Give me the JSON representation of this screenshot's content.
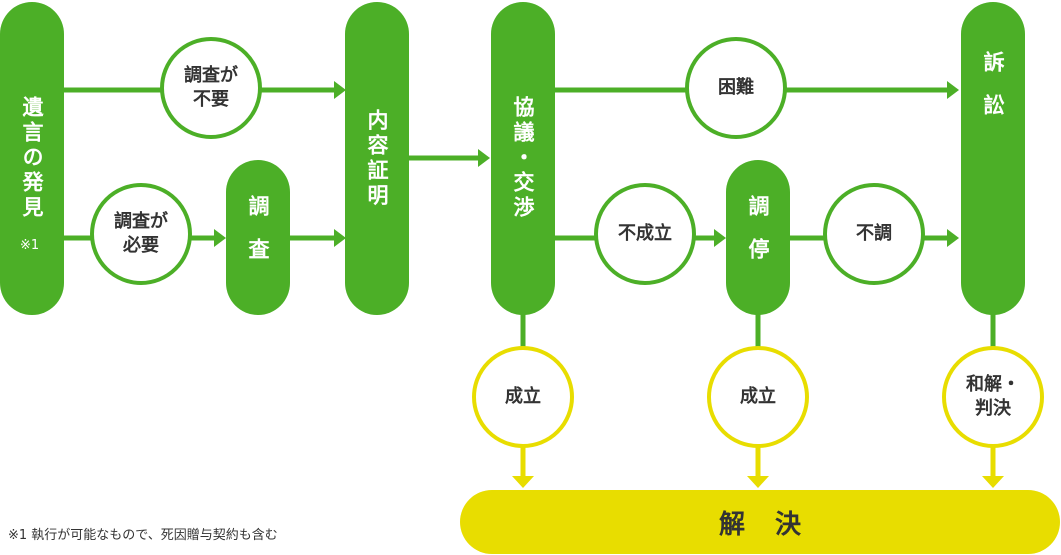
{
  "nodes": {
    "discovery": {
      "label": "遺言の発見",
      "note": "※1"
    },
    "investigation": {
      "label": "調査"
    },
    "content_certification": {
      "label": "内容証明"
    },
    "negotiation": {
      "label": "協議・交渉"
    },
    "mediation": {
      "label": "調停"
    },
    "lawsuit": {
      "label": "訴訟"
    },
    "resolution": {
      "label": "解決"
    }
  },
  "decisions": {
    "no_investigation": "調査が\n不要",
    "investigation_needed": "調査が\n必要",
    "difficult": "困難",
    "not_settled": "不成立",
    "mediation_failed": "不調",
    "settled_negotiation": "成立",
    "settled_mediation": "成立",
    "settlement_judgment": "和解・\n判決"
  },
  "footnote": "※1 執行が可能なもので、死因贈与契約も含む",
  "colors": {
    "green": "#4caf27",
    "yellow": "#e8dd00",
    "text": "#333333"
  }
}
